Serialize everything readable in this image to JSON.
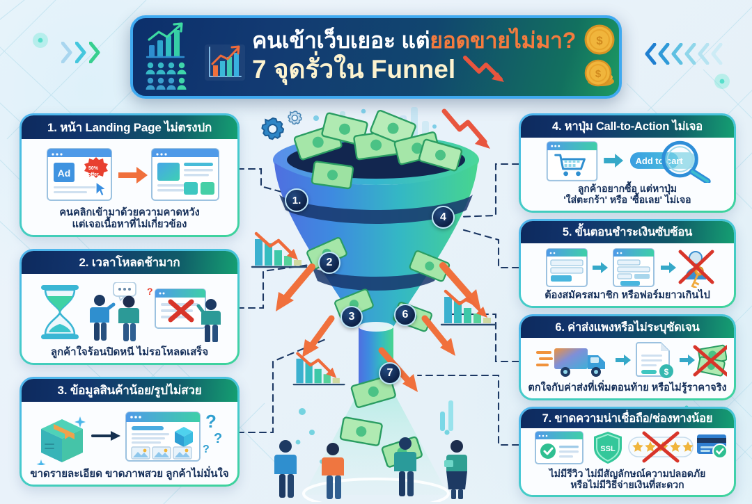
{
  "meta": {
    "domain": "infographic",
    "accent_orange": "#f47b3e",
    "accent_cream": "#fdf3cf",
    "header_gradient_from": "#0d2a5e",
    "header_gradient_to": "#159f72",
    "card_border_gradient_from": "#4fb4ef",
    "card_border_gradient_to": "#3ed39a",
    "background": "#e9f2fa"
  },
  "header": {
    "title_line1_prefix": "คนเข้าเว็บเยอะ แต่",
    "title_line1_highlight": "ยอดขายไม่มา?",
    "title_line2": "7 จุดรั่วใน Funnel",
    "left_icon_1": "growth-bar-chart-icon",
    "left_icon_2": "people-crowd-icon",
    "left_icon_3": "bar-chart-up-icon",
    "right_icon_1": "gold-coin-icon",
    "right_icon_2": "stacked-coins-icon",
    "right_icon_3": "red-down-arrow-icon"
  },
  "decorations": {
    "chevron_left": "chevron-right-triple-icon",
    "chevron_right": "chevron-left-multi-icon",
    "gears": "gears-icon",
    "funnel": "funnel-money-leak-illustration",
    "people": "customers-group-illustration",
    "declining_charts": "declining-bar-chart-icon"
  },
  "funnel": {
    "badges": [
      "1.",
      "2",
      "3",
      "4",
      "6",
      "7"
    ],
    "leak_arrows": 5,
    "money_notes": "banknotes-falling-icon"
  },
  "cards": [
    {
      "id": "card-1",
      "number": "1.",
      "title": "1. หน้า Landing Page ไม่ตรงปก",
      "caption_lines": [
        "คนคลิกเข้ามาด้วยความคาดหวัง",
        "แต่เจอเนื้อหาที่ไม่เกี่ยวข้อง"
      ],
      "art": "landing-page-mismatch-illustration",
      "art_labels": {
        "ad": "Ad",
        "badge_line1": "50%",
        "badge_line2": "offer"
      },
      "side": "left"
    },
    {
      "id": "card-2",
      "number": "2",
      "title": "2. เวลาโหลดช้ามาก",
      "caption_lines": [
        "ลูกค้าใจร้อนปิดหนี ไม่รอโหลดเสร็จ"
      ],
      "art": "slow-loading-hourglass-illustration",
      "art_labels": {
        "question": "?"
      },
      "side": "left"
    },
    {
      "id": "card-3",
      "number": "3",
      "title": "3. ข้อมูลสินค้าน้อย/รูปไม่สวย",
      "caption_lines": [
        "ขาดรายละเอียด ขาดภาพสวย ลูกค้าไม่มั่นใจ"
      ],
      "art": "poor-product-info-illustration",
      "art_labels": {
        "question": "?"
      },
      "side": "left"
    },
    {
      "id": "card-4",
      "number": "4",
      "title": "4. หาปุ่ม Call-to-Action ไม่เจอ",
      "caption_lines": [
        "ลูกค้าอยากซื้อ แต่หาปุ่ม",
        "'ใส่ตะกร้า' หรือ 'ซื้อเลย' ไม่เจอ"
      ],
      "art": "cta-not-found-illustration",
      "art_labels": {
        "button": "Add to cart"
      },
      "side": "right"
    },
    {
      "id": "card-5",
      "number": "5",
      "title": "5. ขั้นตอนชำระเงินซับซ้อน",
      "caption_lines": [
        "ต้องสมัครสมาชิก หรือฟอร์มยาวเกินไป"
      ],
      "art": "complex-checkout-illustration",
      "side": "right"
    },
    {
      "id": "card-6",
      "number": "6",
      "title": "6. ค่าส่งแพงหรือไม่ระบุชัดเจน",
      "caption_lines": [
        "ตกใจกับค่าส่งที่เพิ่มตอนท้าย หรือไม่รู้ราคาจริง"
      ],
      "art": "shipping-cost-illustration",
      "side": "right"
    },
    {
      "id": "card-7",
      "number": "7",
      "title": "7. ขาดความน่าเชื่อถือ/ช่องทางน้อย",
      "caption_lines": [
        "ไม่มีรีวิว ไม่มีสัญลักษณ์ความปลอดภัย",
        "หรือไม่มีวิธีจ่ายเงินที่สะดวก"
      ],
      "art": "trust-signals-missing-illustration",
      "art_labels": {
        "ssl": "SSL"
      },
      "side": "right"
    }
  ]
}
